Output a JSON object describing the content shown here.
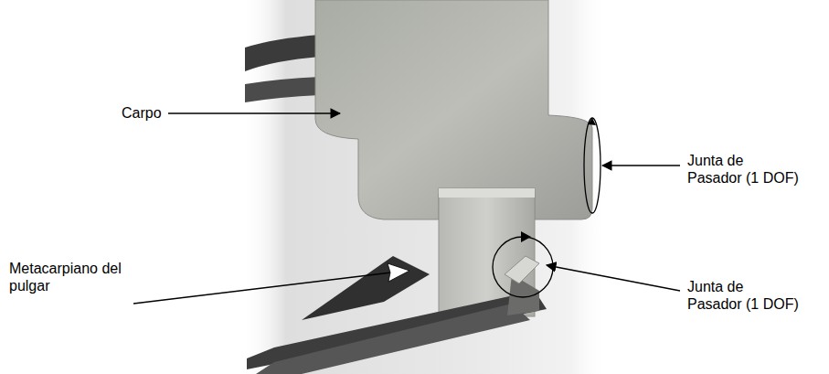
{
  "diagram": {
    "labels": [
      "Carpo",
      "Junta de Pasador (1 DOF)",
      "Metacarpiano del pulgar",
      "Junta de Pasador (1 DOF)"
    ]
  }
}
